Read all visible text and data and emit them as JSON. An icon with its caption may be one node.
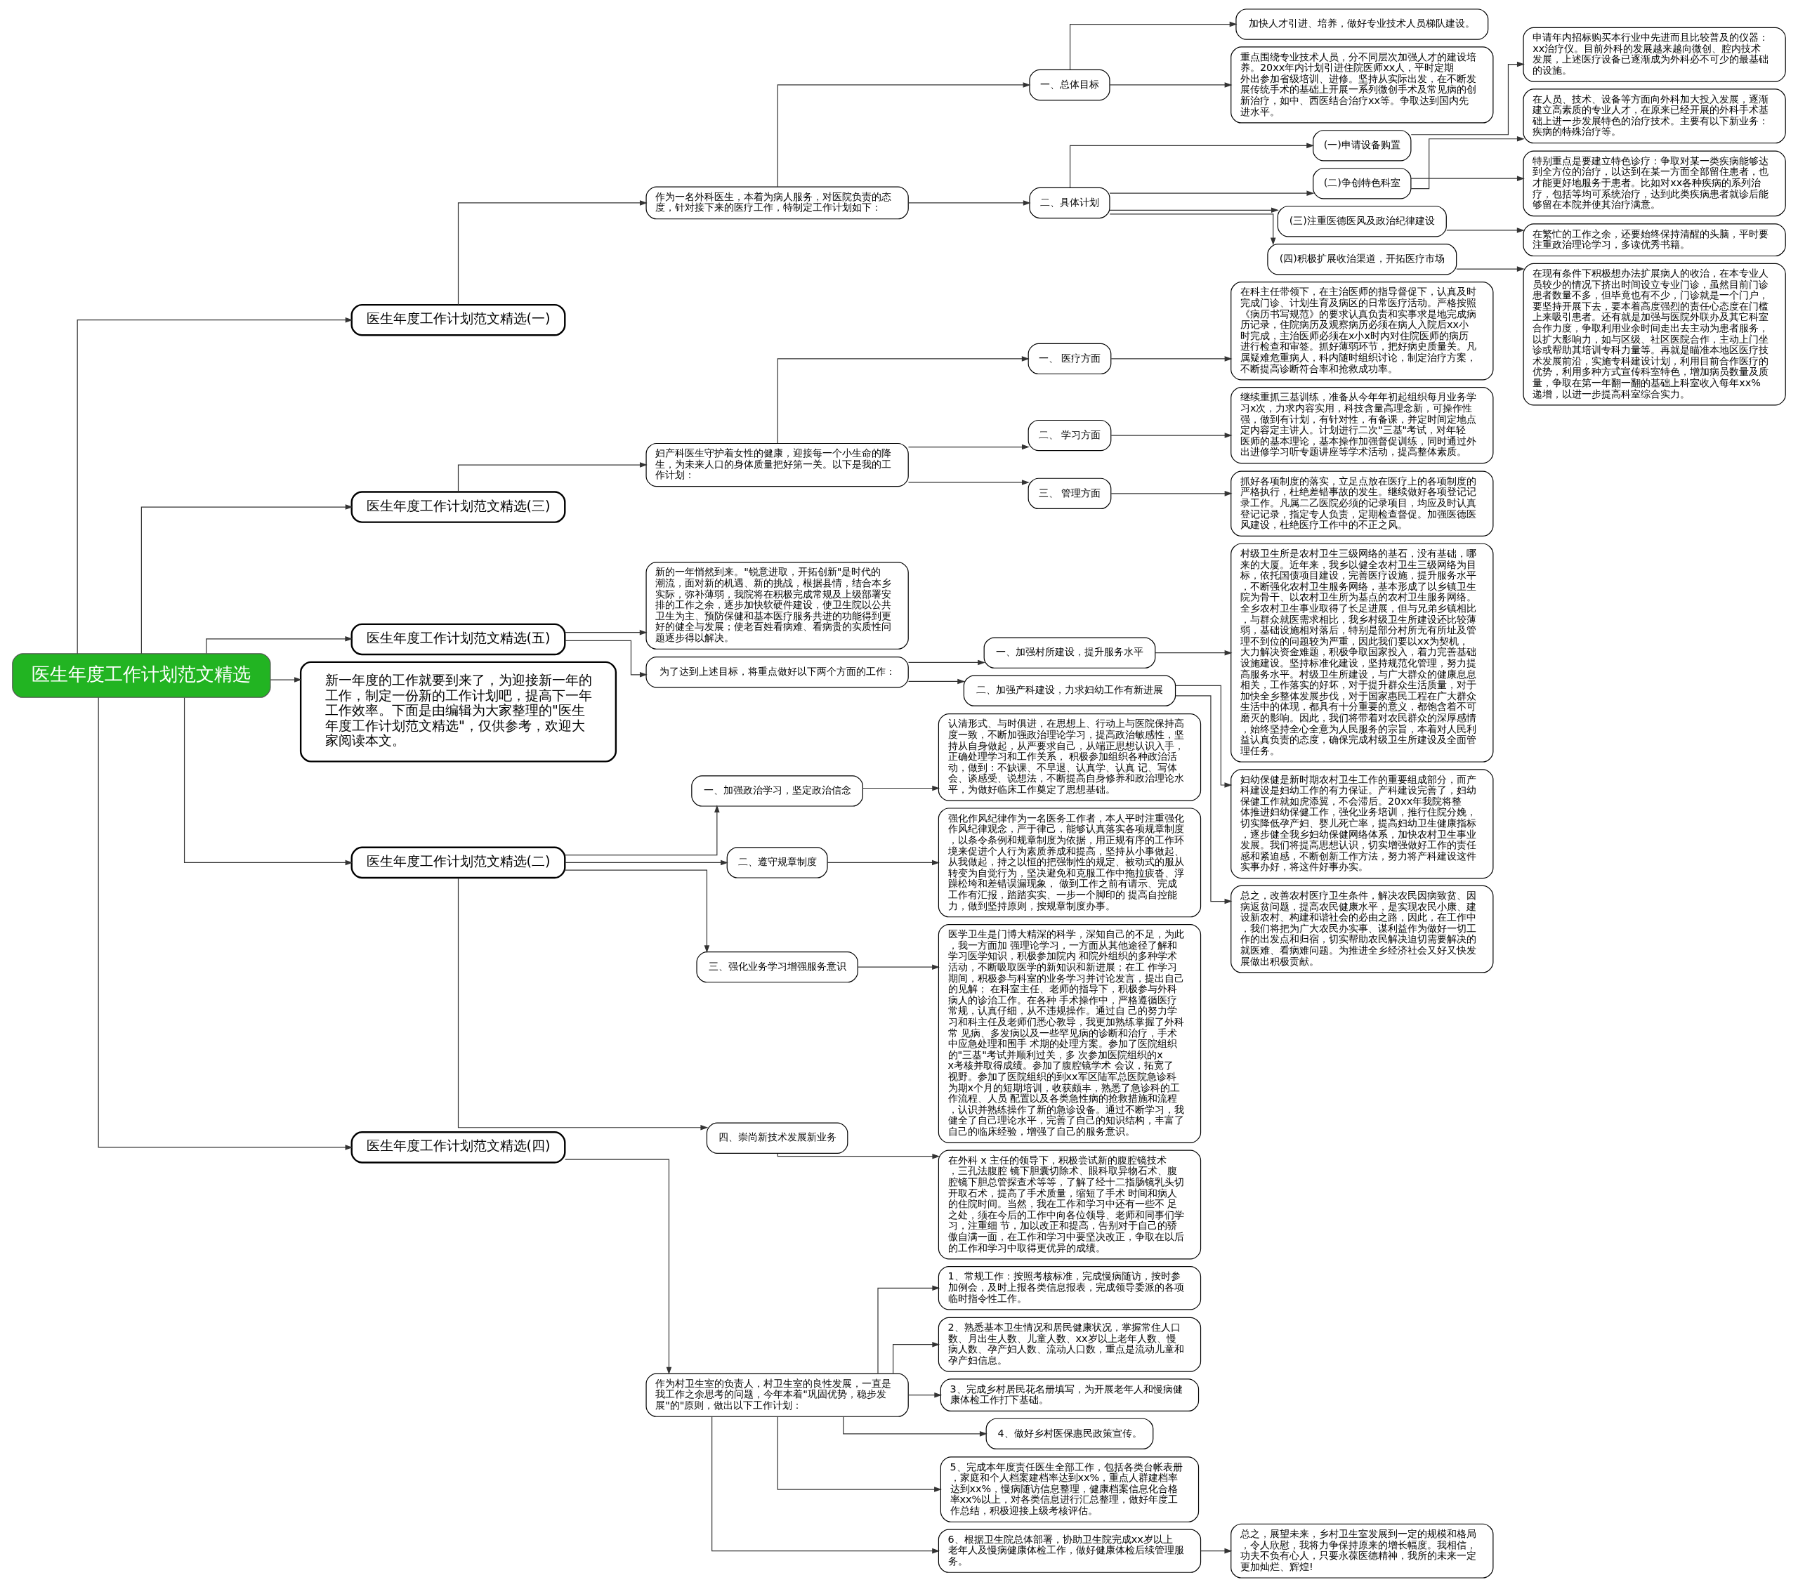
{
  "diagram": {
    "nodes": [
      {
        "text": [
          "医生年度工作计划范文精选"
        ]
      },
      {
        "text": [
          "医生年度工作计划范文精选(一)"
        ]
      },
      {
        "text": [
          "作为一名外科医生，本着为病人服务，对医院负责的态度，针对接下来的医疗工作，特制定工作计划如下："
        ]
      },
      {
        "text": [
          "一、总体目标"
        ]
      },
      {
        "text": [
          "加快人才引进、培养，做好专业技术人员梯队建设。"
        ]
      },
      {
        "text": [
          "重点围绕专业技术人员，分不同层次加强人才的建设培养。20xx年内计划引进住院医师xx人，平时定期外出参加省级培训、进修。坚持从实际出发，在不断发展传统手术的基础上开展一系列微创手术及常见病的创新治疗，如中、西医结合治疗xx等。争取达到国内先进水平。"
        ]
      },
      {
        "text": [
          "二、具体计划"
        ]
      },
      {
        "text": [
          "(一)申请设备购置"
        ]
      },
      {
        "text": [
          "申请年内招标购买本行业中先进而且比较普及的仪器：xx治疗仪。目前外科的发展越来越向微创、腔内技术发展，上述医疗设备已逐渐成为外科必不可少的最基础的设施。"
        ]
      },
      {
        "text": [
          "(二)争创特色科室"
        ]
      },
      {
        "text": [
          "在人员、技术、设备等方面向外科加大投入发展，逐渐建立高素质的专业人才，在原来已经开展的外科手术基础上进一步发展特色的治疗技术。主要有以下新业务：疾病的特殊治疗等。"
        ]
      },
      {
        "text": [
          "特别重点是要建立特色诊疗：争取对某一类疾病能够达到全方位的治疗，以达到在某一方面全部留住患者，也才能更好地服务于患者。比如对xx各种疾病的系列治疗，包括等均可系统治疗，达到此类疾病患者就诊后能够留在本院并使其治疗满意。"
        ]
      },
      {
        "text": [
          "(三)注重医德医风及政治纪律建设"
        ]
      },
      {
        "text": [
          "在繁忙的工作之余，还要始终保持清醒的头脑，平时要注重政治理论学习，多读优秀书籍。"
        ]
      },
      {
        "text": [
          "(四)积极扩展收治渠道，开拓医疗市场"
        ]
      },
      {
        "text": [
          "在现有条件下积极想办法扩展病人的收治，在本专业人员较少的情况下挤出时间设立专业门诊，虽然目前门诊患者数量不多，但毕竟也有不少，门诊就是一个门户，要坚持开展下去，要本着高度强烈的责任心态度在门槛上来吸引患者。还有就是加强与医院外联办及其它科室合作力度，争取利用业余时间走出去主动为患者服务，以扩大影响力，如与区级、社区医院合作，主动上门坐诊或帮助其培训专科力量等。再就是瞄准本地区医疗技术发展前沿，实施专科建设计划，利用目前合作医疗的优势，利用多种方式宣传科室特色，增加病员数量及质量，争取在第一年翻一翻的基础上科室收入每年xx%递增，以进一步提高科室综合实力。"
        ]
      },
      {
        "text": [
          "医生年度工作计划范文精选(三)"
        ]
      },
      {
        "text": [
          "妇产科医生守护着女性的健康，迎接每一个小生命的降生，为未来人口的身体质量把好第一关。以下是我的工作计划："
        ]
      },
      {
        "text": [
          "一、 医疗方面"
        ]
      },
      {
        "text": [
          "在科主任带领下，在主治医师的指导督促下，认真及时完成门诊、计划生育及病区的日常医疗活动。严格按照《病历书写规范》的要求认真负责和实事求是地完成病历记录，住院病历及观察病历必须在病人入院后xx小时完成，主治医师必须在x小x时内对住院医师的病历进行检查和审签。抓好薄弱环节，把好病史质量关。凡属疑难危重病人，科内随时组织讨论，制定治疗方案，不断提高诊断符合率和抢救成功率。"
        ]
      },
      {
        "text": [
          "二、 学习方面"
        ]
      },
      {
        "text": [
          "继续重抓三基训练，准备从今年年初起组织每月业务学习x次，力求内容实用，科技含量高理念新，可操作性强，做到有计划，有针对性，有备课，并定时间定地点定内容定主讲人。计划进行二次\"三基\"考试，对年轻医师的基本理论，基本操作加强督促训练，同时通过外出进修学习听专题讲座等学术活动，提高整体素质。"
        ]
      },
      {
        "text": [
          "三、 管理方面"
        ]
      },
      {
        "text": [
          "抓好各项制度的落实，立足点放在医疗上的各项制度的严格执行，杜绝差错事故的发生。继续做好各项登记记录工作。凡属二乙医院必须的记录项目，均应及时认真登记记录，指定专人负责，定期检查督促。加强医德医风建设，杜绝医疗工作中的不正之风。"
        ]
      },
      {
        "text": [
          "医生年度工作计划范文精选(五)"
        ]
      },
      {
        "text": [
          "新的一年悄然到来。\"锐意进取，开拓创新\"是时代的潮流，面对新的机遇、新的挑战，根据县情，结合本乡实际，弥补薄弱，我院将在积极完成常规及上级部署安排的工作之余，逐步加快软硬件建设，使卫生院以公共卫生为主、预防保健和基本医疗服务共进的功能得到更好的健全与发展；使老百姓看病难、看病贵的实质性问题逐步得以解决。"
        ]
      },
      {
        "text": [
          "为了达到上述目标，将重点做好以下两个方面的工作："
        ]
      },
      {
        "text": [
          "一、加强村所建设，提升服务水平"
        ]
      },
      {
        "text": [
          "村级卫生所是农村卫生三级网络的基石，没有基础，哪来的大厦。近年来，我乡以健全农村卫生三级网络为目标，依托国债项目建设，完善医疗设施，提升服务水平，不断强化农村卫生服务网络，基本形成了以乡镇卫生院为骨干、以农村卫生所为基点的农村卫生服务网络。全乡农村卫生事业取得了长足进展，但与兄弟乡镇相比，与群众就医需求相比，我乡村级卫生所建设还比较薄弱，基础设施相对落后，特别是部分村所无有所址及管理不到位的问题较为严重，因此我们要以xx为契机，大力解决资金难题，积极争取国家投入，着力完善基础设施建设。坚持标准化建设，坚持规范化管理，努力提高服务水平。村级卫生所建设，与广大群众的健康息息相关，工作落实的好坏，对于提升群众生活质量，对于加快全乡整体发展步伐，对于国家惠民工程在广大群众生活中的体现，都具有十分重要的意义，都饱含着不可磨灭的影响。因此，我们将带着对农民群众的深厚感情，始终坚持全心全意为人民服务的宗旨，本着对人民利益认真负责的态度，确保完成村级卫生所建设及全面管理任务。"
        ]
      },
      {
        "text": [
          "二、加强产科建设，力求妇幼工作有新进展"
        ]
      },
      {
        "text": [
          "妇幼保健是新时期农村卫生工作的重要组成部分，而产科建设是妇幼工作的有力保证。产科建设完善了，妇幼保健工作就如虎添翼，不会滞后。20xx年我院将整体推进妇幼保健工作，强化业务培训，推行住院分娩，切实降低孕产妇、婴儿死亡率，提高妇幼卫生健康指标，逐步健全我乡妇幼保健网络体系，加快农村卫生事业发展。我们将提高思想认识，切实增强做好工作的责任感和紧迫感，不断创新工作方法，努力将产科建设这件实事办好，将这件好事办实。"
        ]
      },
      {
        "text": [
          "总之，改善农村医疗卫生条件，解决农民因病致贫、因病返贫问题，提高农民健康水平，是实现农民小康、建设新农村、构建和谐社会的必由之路，因此，在工作中，我们将把为广大农民办实事、谋利益作为做好一切工作的出发点和归宿，切实帮助农民解决迫切需要解决的就医难、看病难问题。为推进全乡经济社会又好又快发展做出积极贡献。"
        ]
      },
      {
        "text": [
          "新一年度的工作就要到来了，为迎接新一年的工作，制定一份新的工作计划吧，提高下一年工作效率。下面是由编辑为大家整理的\"医生年度工作计划范文精选\"，仅供参考，欢迎大家阅读本文。"
        ]
      },
      {
        "text": [
          "医生年度工作计划范文精选(二)"
        ]
      },
      {
        "text": [
          "一、加强政治学习，坚定政治信念"
        ]
      },
      {
        "text": [
          "认清形式、与时俱进，在思想上、行动上与医院保持高度一致，不断加强政治理论学习，提高政治敏感性，坚持从自身做起，从严要求自己，从端正思想认识入手，正确处理学习和工作关系， 积极参加组织各种政治活动，做到：不缺课、不早退、认真学、认真 记、写体会、谈感受、说想法，不断提高自身修养和政治理论水平，为做好临床工作奠定了思想基础。"
        ]
      },
      {
        "text": [
          "二、遵守规章制度"
        ]
      },
      {
        "text": [
          "强化作风纪律作为一名医务工作者，本人平时注重强化作风纪律观念，严于律己，能够认真落实各项规章制度，以条令条例和规章制度为依据，用正规有序的工作环境来促进个人行为素质养成和提高，坚持从小事做起、从我做起，持之以恒的把强制性的规定、被动式的服从转变为自觉行为，坚决避免和克服工作中拖拉疲沓、浮躁松垮和差错误漏现象， 做到工作之前有请示、完成工作有汇报，踏踏实实、一步一个脚印的 提高自控能力，做到坚持原则，按规章制度办事。"
        ]
      },
      {
        "text": [
          "三、强化业务学习增强服务意识"
        ]
      },
      {
        "text": [
          "医学卫生是门博大精深的科学，深知自己的不足，为此，我一方面加 强理论学习，一方面从其他途径了解和学习医学知识，积极参加院内 和院外组织的多种学术活动，不断吸取医学的新知识和新进展；在工 作学习期间，积极参与科室的业务学习并讨论发言，提出自己的见解； 在科室主任、老师的指导下，积极参与外科病人的诊治工作。在各种 手术操作中，严格遵循医疗常规，认真仔细，从不违规操作。通过自 己的努力学习和科主任及老师们悉心教导，我更加熟练掌握了外科常 见病、多发病以及一些罕见病的诊断和治疗，手术中应急处理和围手 术期的处理方案。参加了医院组织的\"三基\"考试并顺利过关，多 次参加医院组织的xx考核并取得成绩。参加了腹腔镜学术 会议，拓宽了视野。参加了医院组织的到xx军区陆军总医院急诊科为期x个月的短期培训，收获颇丰，熟悉了急诊科的工作流程、人员 配置以及各类急性病的抢救措施和流程，认识并熟练操作了新的急诊设备。通过不断学习，我健全了自己理论水平，完善了自己的知识结构，丰富了自己的临床经验，增强了自己的服务意识。"
        ]
      },
      {
        "text": [
          "四、崇尚新技术发展新业务"
        ]
      },
      {
        "text": [
          "在外科 x 主任的领导下，积极尝试新的腹腔镜技术，三孔法腹腔 镜下胆囊切除术、眼科取异物石术、腹腔镜下胆总管探查术等等，了解了经十二指肠镜乳头切开取石术，提高了手术质量，缩短了手术 时间和病人的住院时间。当然，我在工作和学习中还有一些不 足之处，须在今后的工作中向各位领导、老师和同事们学习，注重细 节，加以改正和提高，告别对于自己的骄傲自满一面，在工作和学习中要坚决改正，争取在以后的工作和学习中取得更优异的成绩。"
        ]
      },
      {
        "text": [
          "医生年度工作计划范文精选(四)"
        ]
      },
      {
        "text": [
          "作为村卫生室的负责人，村卫生室的良性发展，一直是我工作之余思考的问题，今年本着\"巩固优势，稳步发展\"的\"原则，做出以下工作计划："
        ]
      },
      {
        "text": [
          "1、常规工作：按照考核标准，完成慢病随访，按时参加例会，及时上报各类信息报表，完成领导委派的各项临时指令性工作。"
        ]
      },
      {
        "text": [
          "2、熟悉基本卫生情况和居民健康状况，掌握常住人口数、月出生人数、儿童人数、xx岁以上老年人数、慢病人数、孕产妇人数、流动人口数，重点是流动儿童和孕产妇信息。"
        ]
      },
      {
        "text": [
          "3、完成乡村居民花名册填写，为开展老年人和慢病健康体检工作打下基础。"
        ]
      },
      {
        "text": [
          "4、做好乡村医保惠民政策宣传。"
        ]
      },
      {
        "text": [
          "5、完成本年度责任医生全部工作，包括各类台帐表册，家庭和个人档案建档率达到xx%，重点人群建档率达到xx%，慢病随访信息整理，健康档案信息化合格率xx%以上，对各类信息进行汇总整理，做好年度工作总结，积极迎接上级考核评估。"
        ]
      },
      {
        "text": [
          "6、根据卫生院总体部署，协助卫生院完成xx岁以上老年人及慢病健康体检工作，做好健康体检后续管理服务。"
        ]
      },
      {
        "text": [
          "总之，展望未来，乡村卫生室发展到一定的规模和格局，令人欣慰，我将力争保持原来的增长幅度。我相信，功夫不负有心人，只要永葆医德精神，我所的未来一定更加灿烂、辉煌!"
        ]
      }
    ],
    "edges": [
      {
        "from": 0,
        "to": 1,
        "arrow": "to"
      },
      {
        "from": 1,
        "to": 2,
        "arrow": "to"
      },
      {
        "from": 2,
        "to": 3,
        "arrow": "to"
      },
      {
        "from": 3,
        "to": 4,
        "arrow": "to"
      },
      {
        "from": 3,
        "to": 5,
        "arrow": "to"
      },
      {
        "from": 2,
        "to": 6,
        "arrow": "to"
      },
      {
        "from": 6,
        "to": 7,
        "arrow": "to"
      },
      {
        "from": 7,
        "to": 8,
        "arrow": "to"
      },
      {
        "from": 6,
        "to": 9,
        "arrow": "to"
      },
      {
        "from": 9,
        "to": 10,
        "arrow": "to"
      },
      {
        "from": 9,
        "to": 11,
        "arrow": "to"
      },
      {
        "from": 6,
        "to": 12,
        "arrow": "to"
      },
      {
        "from": 12,
        "to": 13,
        "arrow": "to"
      },
      {
        "from": 6,
        "to": 14,
        "arrow": "to"
      },
      {
        "from": 14,
        "to": 15,
        "arrow": "to"
      },
      {
        "from": 0,
        "to": 16,
        "arrow": "to"
      },
      {
        "from": 16,
        "to": 17,
        "arrow": "to"
      },
      {
        "from": 17,
        "to": 18,
        "arrow": "to"
      },
      {
        "from": 18,
        "to": 19,
        "arrow": "to"
      },
      {
        "from": 17,
        "to": 20,
        "arrow": "to"
      },
      {
        "from": 20,
        "to": 21,
        "arrow": "to"
      },
      {
        "from": 17,
        "to": 22,
        "arrow": "to"
      },
      {
        "from": 22,
        "to": 23,
        "arrow": "to"
      },
      {
        "from": 0,
        "to": 24,
        "arrow": "to"
      },
      {
        "from": 24,
        "to": 25,
        "arrow": "to"
      },
      {
        "from": 24,
        "to": 26,
        "arrow": "to"
      },
      {
        "from": 26,
        "to": 27,
        "arrow": "to"
      },
      {
        "from": 27,
        "to": 28,
        "arrow": "to"
      },
      {
        "from": 26,
        "to": 29,
        "arrow": "to"
      },
      {
        "from": 29,
        "to": 30,
        "arrow": "to"
      },
      {
        "from": 29,
        "to": 31,
        "arrow": "to"
      },
      {
        "from": 0,
        "to": 32,
        "arrow": "to"
      },
      {
        "from": 0,
        "to": 33,
        "arrow": "to"
      },
      {
        "from": 33,
        "to": 34,
        "arrow": "to"
      },
      {
        "from": 34,
        "to": 35,
        "arrow": "to"
      },
      {
        "from": 33,
        "to": 36,
        "arrow": "to"
      },
      {
        "from": 36,
        "to": 37,
        "arrow": "to"
      },
      {
        "from": 33,
        "to": 38,
        "arrow": "to"
      },
      {
        "from": 38,
        "to": 39,
        "arrow": "to"
      },
      {
        "from": 33,
        "to": 40,
        "arrow": "to"
      },
      {
        "from": 40,
        "to": 41,
        "arrow": "to"
      },
      {
        "from": 0,
        "to": 42,
        "arrow": "to"
      },
      {
        "from": 42,
        "to": 43,
        "arrow": "to"
      },
      {
        "from": 43,
        "to": 44,
        "arrow": "to"
      },
      {
        "from": 43,
        "to": 45,
        "arrow": "to"
      },
      {
        "from": 43,
        "to": 46,
        "arrow": "to"
      },
      {
        "from": 43,
        "to": 47,
        "arrow": "to"
      },
      {
        "from": 43,
        "to": 48,
        "arrow": "to"
      },
      {
        "from": 43,
        "to": 49,
        "arrow": "to"
      },
      {
        "from": 49,
        "to": 50,
        "arrow": "to"
      }
    ]
  }
}
